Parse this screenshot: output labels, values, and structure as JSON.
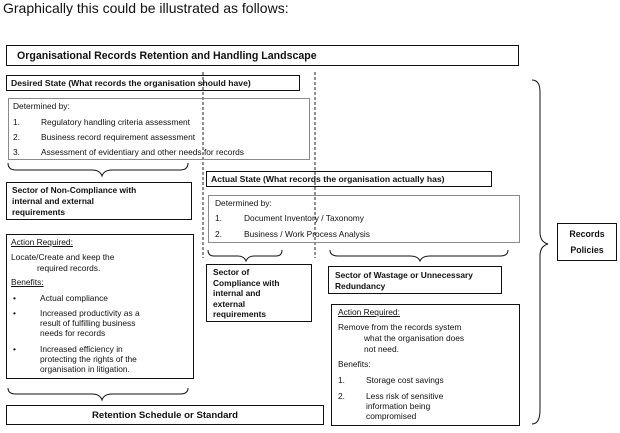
{
  "intro": "Graphically this could be illustrated as follows:",
  "title": "Organisational Records Retention and Handling Landscape",
  "desired": {
    "header": "Desired State (What records the organisation should have)",
    "determined_by": "Determined by:",
    "items": [
      {
        "num": "1.",
        "text": "Regulatory handling criteria assessment"
      },
      {
        "num": "2.",
        "text": "Business record requirement assessment"
      },
      {
        "num": "3.",
        "text": "Assessment of evidentiary and other needs for records"
      }
    ]
  },
  "actual": {
    "header": "Actual State (What records the organisation actually has)",
    "determined_by": "Determined by:",
    "items": [
      {
        "num": "1.",
        "text": "Document Inventory / Taxonomy"
      },
      {
        "num": "2.",
        "text": "Business / Work Process Analysis"
      }
    ]
  },
  "non_compliance": {
    "label_lines": [
      "Sector of Non-Compliance with",
      "internal and external",
      "requirements"
    ]
  },
  "left_actions": {
    "action_heading": "Action Required:",
    "action_lines": [
      "Locate/Create and keep the",
      "required records."
    ],
    "benefits_heading": "Benefits:",
    "benefits": [
      {
        "bullet": "•",
        "lines": [
          "Actual compliance"
        ]
      },
      {
        "bullet": "•",
        "lines": [
          "Increased productivity as a",
          "result of fulfilling business",
          "needs for records"
        ]
      },
      {
        "bullet": "•",
        "lines": [
          "Increased efficiency in",
          "protecting the rights of the",
          "organisation in litigation."
        ]
      }
    ]
  },
  "compliance": {
    "label_lines": [
      "Sector of",
      "Compliance with",
      "internal and",
      "external",
      "requirements"
    ]
  },
  "wastage": {
    "label_lines": [
      "Sector of Wastage or Unnecessary",
      "Redundancy"
    ]
  },
  "right_actions": {
    "action_heading": "Action Required:",
    "action_lines": [
      "Remove from the records system",
      "what the organisation does",
      "not need."
    ],
    "benefits_heading": "Benefits:",
    "benefits": [
      {
        "num": "1.",
        "lines": [
          "Storage cost savings"
        ]
      },
      {
        "num": "2.",
        "lines": [
          "Less risk of sensitive",
          "information being",
          "compromised"
        ]
      }
    ]
  },
  "records_policies": {
    "line1": "Records",
    "line2": "Policies"
  },
  "retention": "Retention Schedule or Standard"
}
